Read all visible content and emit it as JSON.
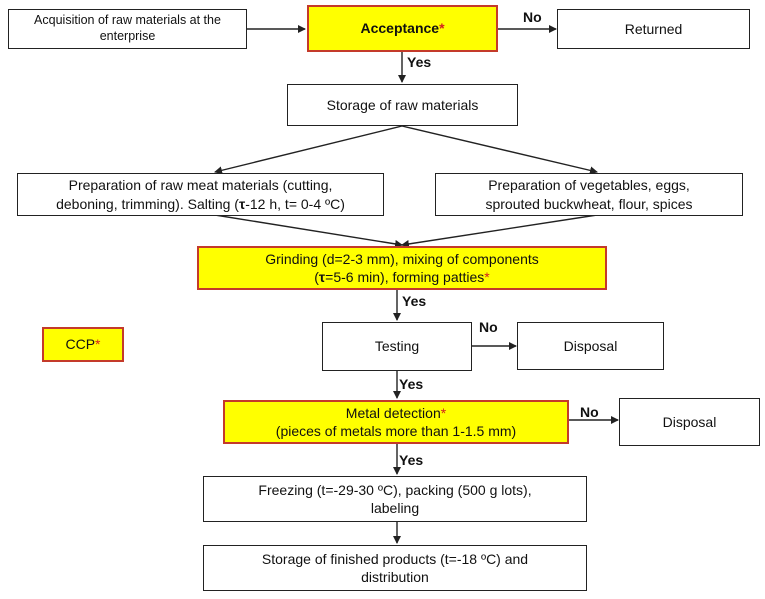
{
  "nodes": {
    "acquisition": {
      "text": "Acquisition of raw materials at the enterprise"
    },
    "acceptance": {
      "text": "Acceptance",
      "star": "*"
    },
    "returned": {
      "text": "Returned"
    },
    "storage_raw": {
      "text": "Storage of raw materials"
    },
    "prep_meat": {
      "line1": "Preparation of raw meat materials (cutting,",
      "line2a": "deboning, trimming). Salting (",
      "tau": "τ",
      "line2b": "-12 h, t= 0-4 ºC)"
    },
    "prep_veg": {
      "line1": "Preparation of vegetables, eggs,",
      "line2": "sprouted buckwheat, flour, spices"
    },
    "grinding": {
      "line1": "Grinding (d=2-3 mm), mixing of components",
      "line2a": "(",
      "tau": "τ",
      "line2b": "=5-6 min), forming patties",
      "star": "*"
    },
    "ccp_legend": {
      "text": "CCP",
      "star": "*"
    },
    "testing": {
      "text": "Testing"
    },
    "disposal1": {
      "text": "Disposal"
    },
    "metal": {
      "line1": "Metal detection",
      "star": "*",
      "line2": "(pieces of metals more than 1-1.5 mm)"
    },
    "disposal2": {
      "text": "Disposal"
    },
    "freezing": {
      "line1": "Freezing (t=-29-30 ºC), packing (500 g lots),",
      "line2": "labeling"
    },
    "storage_finished": {
      "line1": "Storage of finished products (t=-18 ºC) and",
      "line2": "distribution"
    }
  },
  "edge_labels": {
    "acceptance_no": "No",
    "acceptance_yes": "Yes",
    "grinding_yes": "Yes",
    "testing_no": "No",
    "testing_yes": "Yes",
    "metal_no": "No",
    "metal_yes": "Yes"
  },
  "colors": {
    "ccp_fill": "#ffff00",
    "ccp_border": "#c43a2a",
    "star": "#d21f1f",
    "line": "#222222"
  }
}
